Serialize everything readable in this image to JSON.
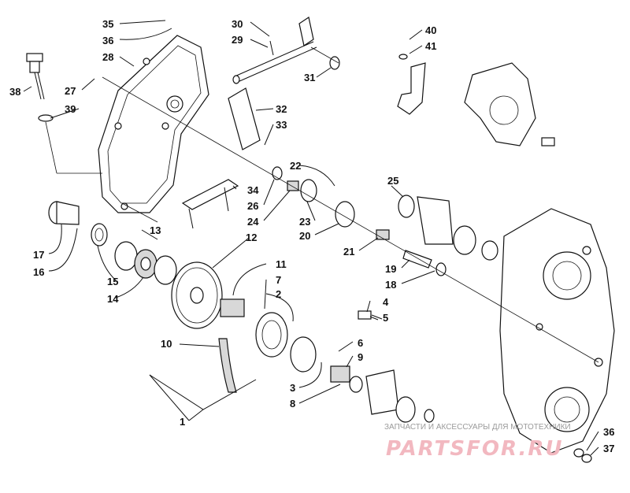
{
  "labels": {
    "l1": "1",
    "l2": "2",
    "l3": "3",
    "l4": "4",
    "l5": "5",
    "l6": "6",
    "l7": "7",
    "l8": "8",
    "l9": "9",
    "l10": "10",
    "l11": "11",
    "l12": "12",
    "l13": "13",
    "l14": "14",
    "l15": "15",
    "l16": "16",
    "l17": "17",
    "l18": "18",
    "l19": "19",
    "l20": "20",
    "l21": "21",
    "l22": "22",
    "l23": "23",
    "l24": "24",
    "l25": "25",
    "l26": "26",
    "l27": "27",
    "l28": "28",
    "l29": "29",
    "l30": "30",
    "l31": "31",
    "l32": "32",
    "l33": "33",
    "l34": "34",
    "l35": "35",
    "l36a": "36",
    "l36b": "36",
    "l37": "37",
    "l38": "38",
    "l39": "39",
    "l40": "40",
    "l41": "41"
  },
  "watermark": {
    "caption": "ЗАПЧАСТИ И АКСЕССУАРЫ ДЛЯ МОТОТЕХНИКИ",
    "logo": "PARTSFOR.RU"
  },
  "colors": {
    "ink": "#111111",
    "watermark_logo": "#f2b8c0",
    "watermark_caption": "#9a9a9a"
  }
}
